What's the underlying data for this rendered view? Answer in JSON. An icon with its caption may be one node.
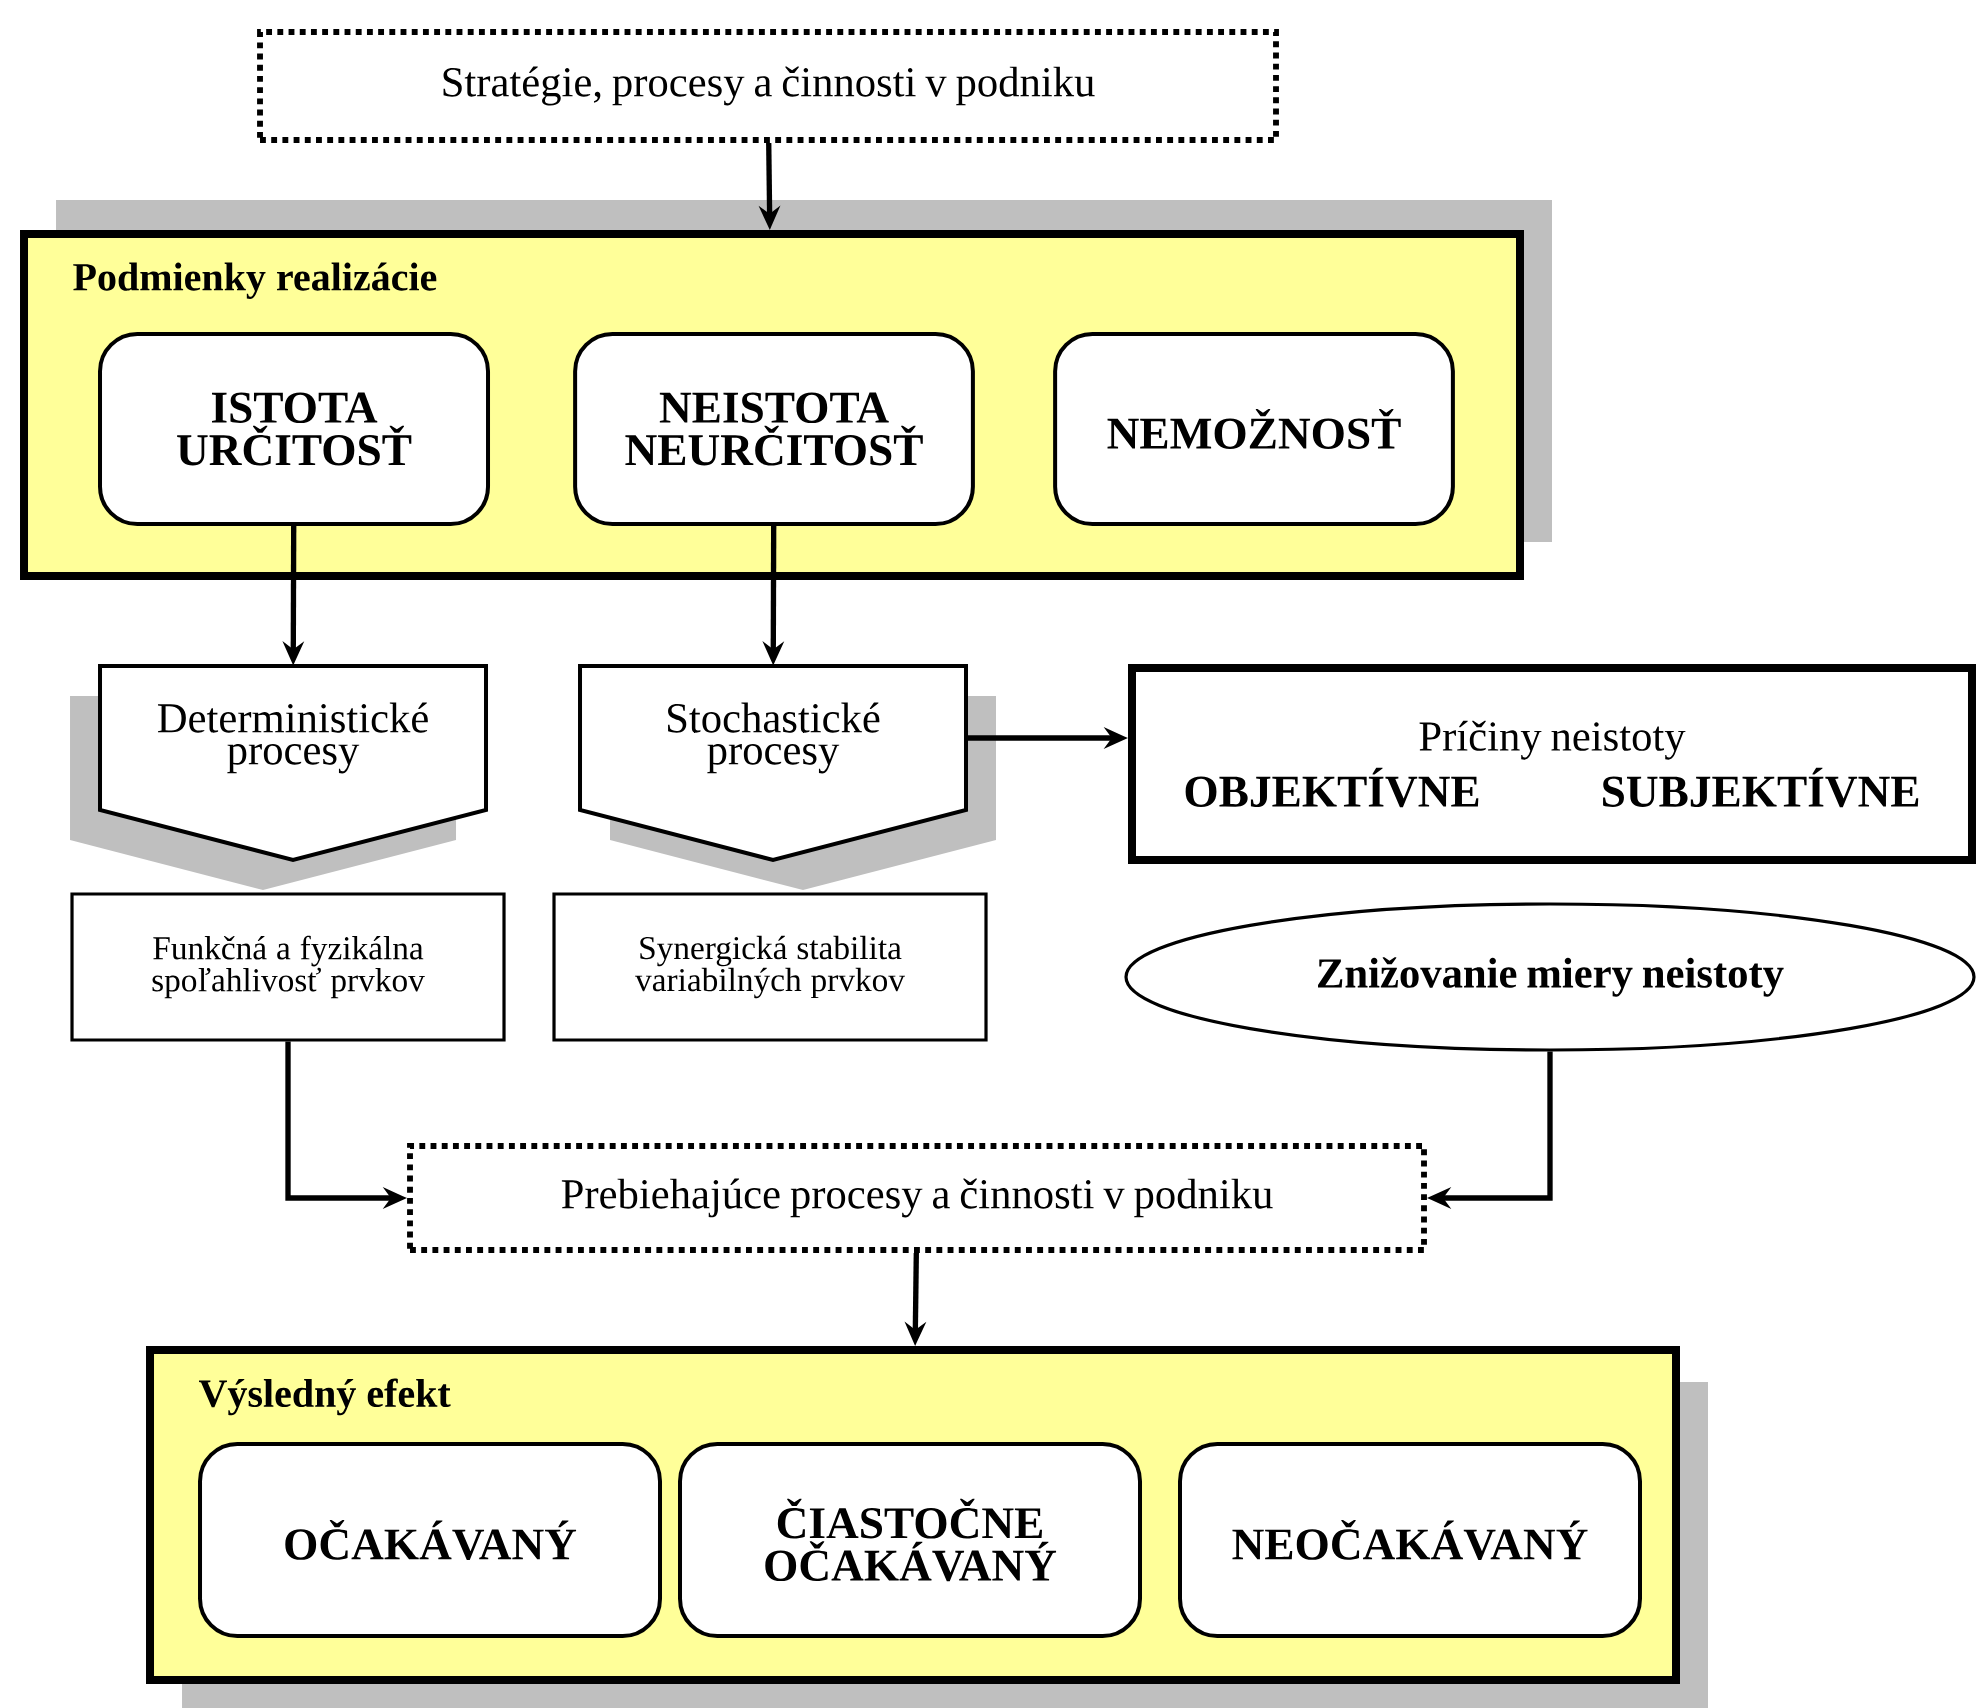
{
  "diagram": {
    "nodes": [
      {
        "text": [
          "Stratégie, procesy a činnosti v podniku"
        ]
      },
      {
        "text": [
          "Podmienky realizácie"
        ]
      },
      {
        "text": [
          "ISTOTA URČITOSŤ"
        ],
        "in": 1
      },
      {
        "text": [
          "NEISTOTA NEURČITOSŤ"
        ],
        "in": 1
      },
      {
        "text": [
          "NEMOŽNOSŤ"
        ],
        "in": 1
      },
      {
        "text": [
          "Deterministické procesy"
        ]
      },
      {
        "text": [
          "Stochastické procesy"
        ]
      },
      {
        "text": [
          "Príčiny neistoty",
          "OBJEKTÍVNE",
          "SUBJEKTÍVNE"
        ]
      },
      {
        "text": [
          "Funkčná a fyzikálna spoľahlivosť prvkov"
        ]
      },
      {
        "text": [
          "Synergická stabilita variabilných prvkov"
        ]
      },
      {
        "text": [
          "Znižovanie miery neistoty"
        ]
      },
      {
        "text": [
          "Prebiehajúce procesy a činnosti v podniku"
        ]
      },
      {
        "text": [
          "Výsledný efekt"
        ]
      },
      {
        "text": [
          "OČAKÁVANÝ"
        ],
        "in": 12
      },
      {
        "text": [
          "ČIASTOČNE OČAKÁVANÝ"
        ],
        "in": 12
      },
      {
        "text": [
          "NEOČAKÁVANÝ"
        ],
        "in": 12
      }
    ],
    "edges": [
      {
        "from": 0,
        "to": 1,
        "arrow": "to"
      },
      {
        "from": 2,
        "to": 5,
        "arrow": "to"
      },
      {
        "from": 3,
        "to": 6,
        "arrow": "to"
      },
      {
        "from": 6,
        "to": 7,
        "arrow": "to"
      },
      {
        "from": 8,
        "to": 11,
        "arrow": "to"
      },
      {
        "from": 10,
        "to": 11,
        "arrow": "to"
      },
      {
        "from": 11,
        "to": 12,
        "arrow": "to"
      }
    ]
  }
}
